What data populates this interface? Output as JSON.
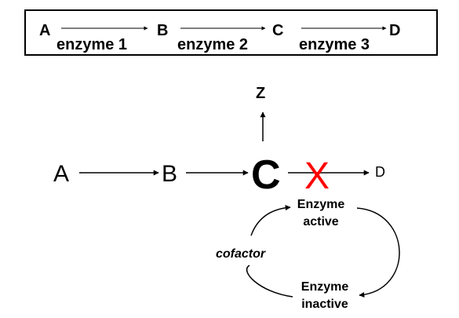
{
  "top_pathway": {
    "nodes": [
      "A",
      "B",
      "C",
      "D"
    ],
    "enzymes": [
      "enzyme 1",
      "enzyme 2",
      "enzyme 3"
    ]
  },
  "main_pathway": {
    "node_a": "A",
    "node_b": "B",
    "node_c": "C",
    "node_d": "D",
    "node_z": "Z",
    "block_mark": "X"
  },
  "regulation": {
    "active_line1": "Enzyme",
    "active_line2": "active",
    "inactive_line1": "Enzyme",
    "inactive_line2": "inactive",
    "cofactor": "cofactor"
  },
  "colors": {
    "stroke": "#000000",
    "block": "#ff0000"
  }
}
